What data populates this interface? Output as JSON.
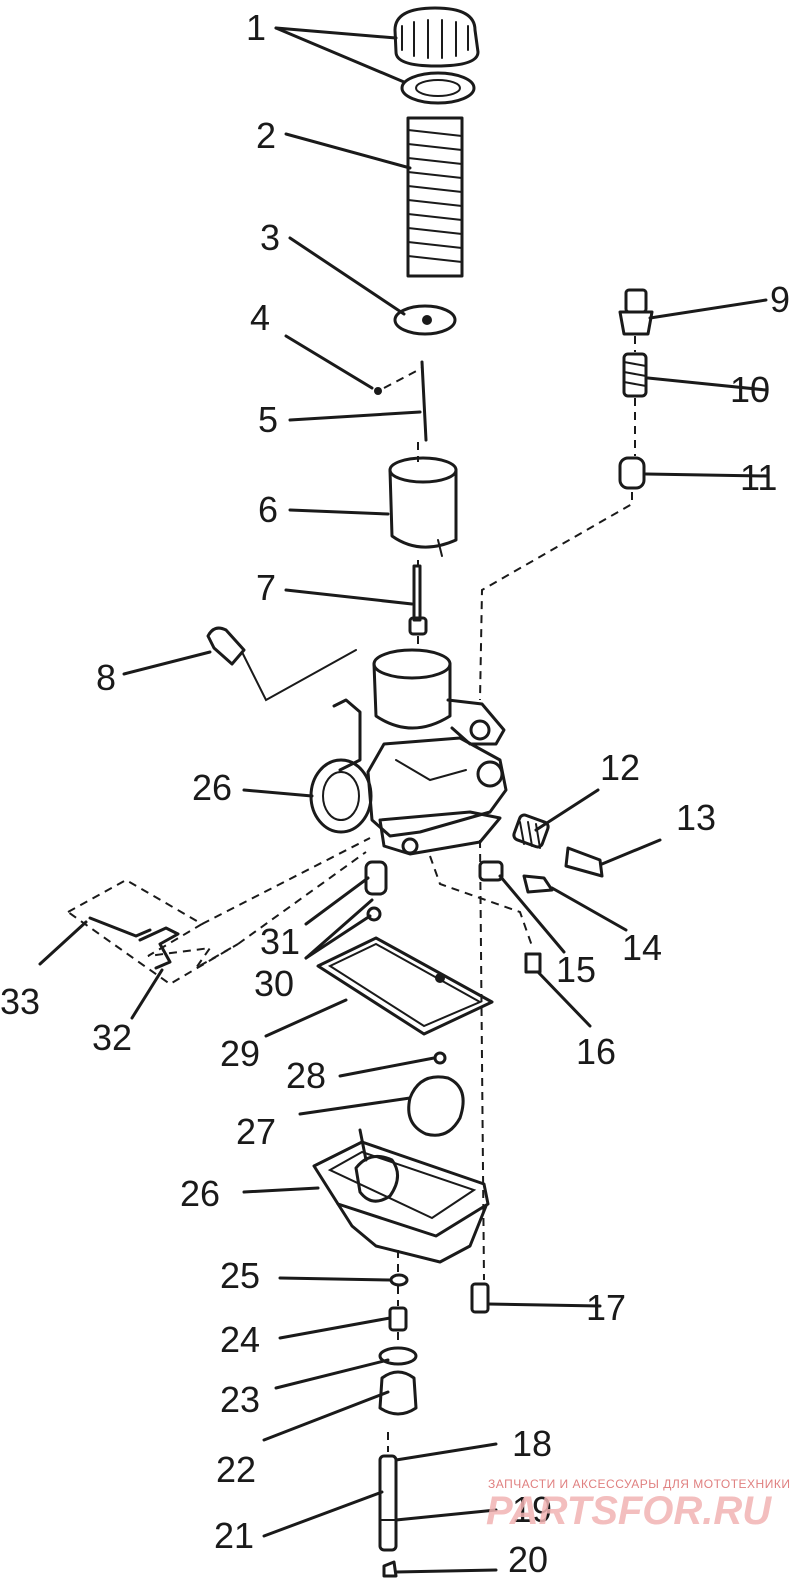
{
  "diagram": {
    "callouts": {
      "c1": "1",
      "c2": "2",
      "c3": "3",
      "c4": "4",
      "c5": "5",
      "c6": "6",
      "c7": "7",
      "c8": "8",
      "c9": "9",
      "c10": "10",
      "c11": "11",
      "c12": "12",
      "c13": "13",
      "c14": "14",
      "c15": "15",
      "c16": "16",
      "c17": "17",
      "c18": "18",
      "c19": "19",
      "c20": "20",
      "c21": "21",
      "c22": "22",
      "c23": "23",
      "c24": "24",
      "c25": "25",
      "c26a": "26",
      "c26b": "26",
      "c27": "27",
      "c28": "28",
      "c29": "29",
      "c30": "30",
      "c31": "31",
      "c32": "32",
      "c33": "33"
    }
  },
  "watermark": {
    "tagline": "ЗАПЧАСТИ И АКСЕССУАРЫ ДЛЯ МОТОТЕХНИКИ",
    "brand": "PARTSFOR.RU",
    "color": "#e08080"
  }
}
